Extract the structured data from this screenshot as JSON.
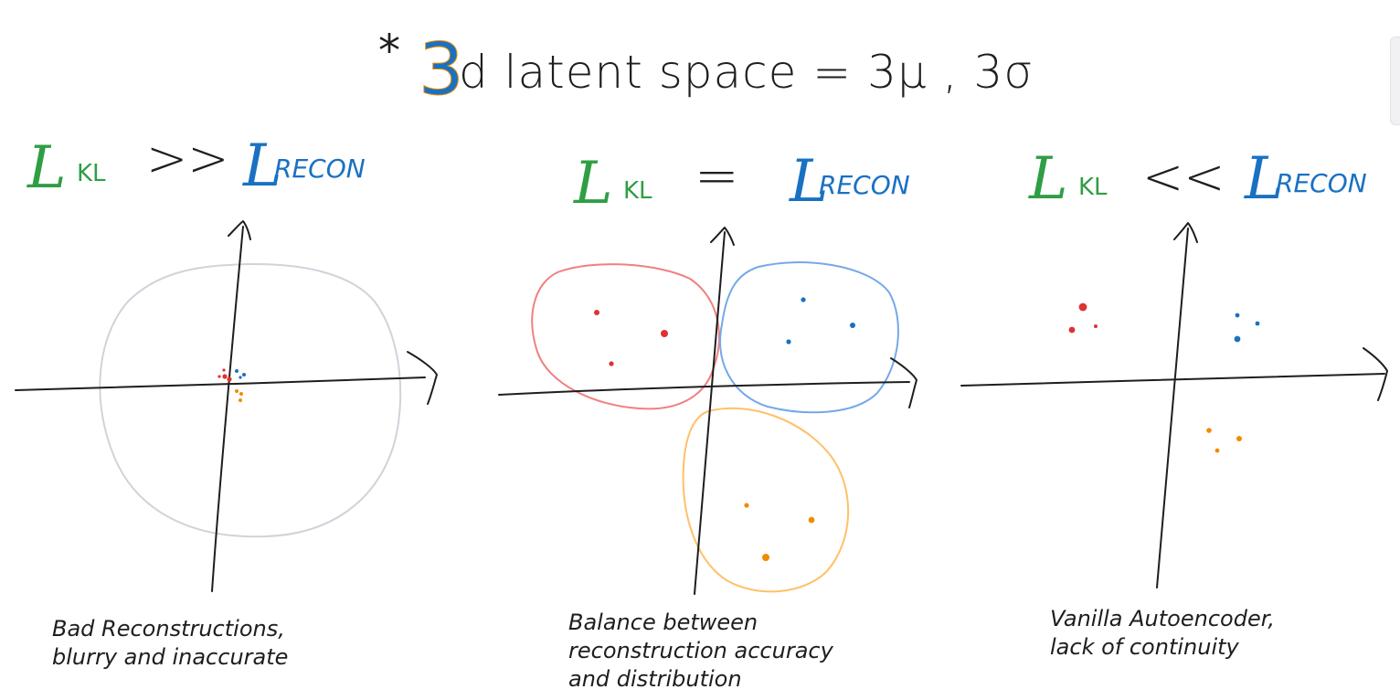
{
  "title": {
    "asterisk": "*",
    "three": "3",
    "rest": "d latent space = 3μ , 3σ",
    "colors": {
      "three_top": "#e03131",
      "three_mid": "#f08c00",
      "three_bot": "#1971c2",
      "ink": "#1e1e1e"
    }
  },
  "panels": [
    {
      "relation": {
        "lhs": "L",
        "lhs_sub": "KL",
        "operator": ">>",
        "rhs": "L",
        "rhs_sub": "RECON"
      },
      "caption": "Bad Reconstructions,\nblurry and inaccurate"
    },
    {
      "relation": {
        "lhs": "L",
        "lhs_sub": "KL",
        "operator": "=",
        "rhs": "L",
        "rhs_sub": "RECON"
      },
      "caption": "Balance between\nreconstruction accuracy\nand distribution"
    },
    {
      "relation": {
        "lhs": "L",
        "lhs_sub": "KL",
        "operator": "<<",
        "rhs": "L",
        "rhs_sub": "RECON"
      },
      "caption": "Vanilla Autoencoder,\nlack of continuity"
    }
  ],
  "colors": {
    "kl_green": "#2f9e44",
    "recon_blue": "#1971c2",
    "ink": "#1e1e1e",
    "red_points": "#e03131",
    "blue_points": "#1971c2",
    "orange_points": "#f08c00",
    "prior_circle": "#ced4da",
    "red_region": "#f08080",
    "blue_region": "#74a9e8",
    "orange_region": "#ffc069"
  }
}
